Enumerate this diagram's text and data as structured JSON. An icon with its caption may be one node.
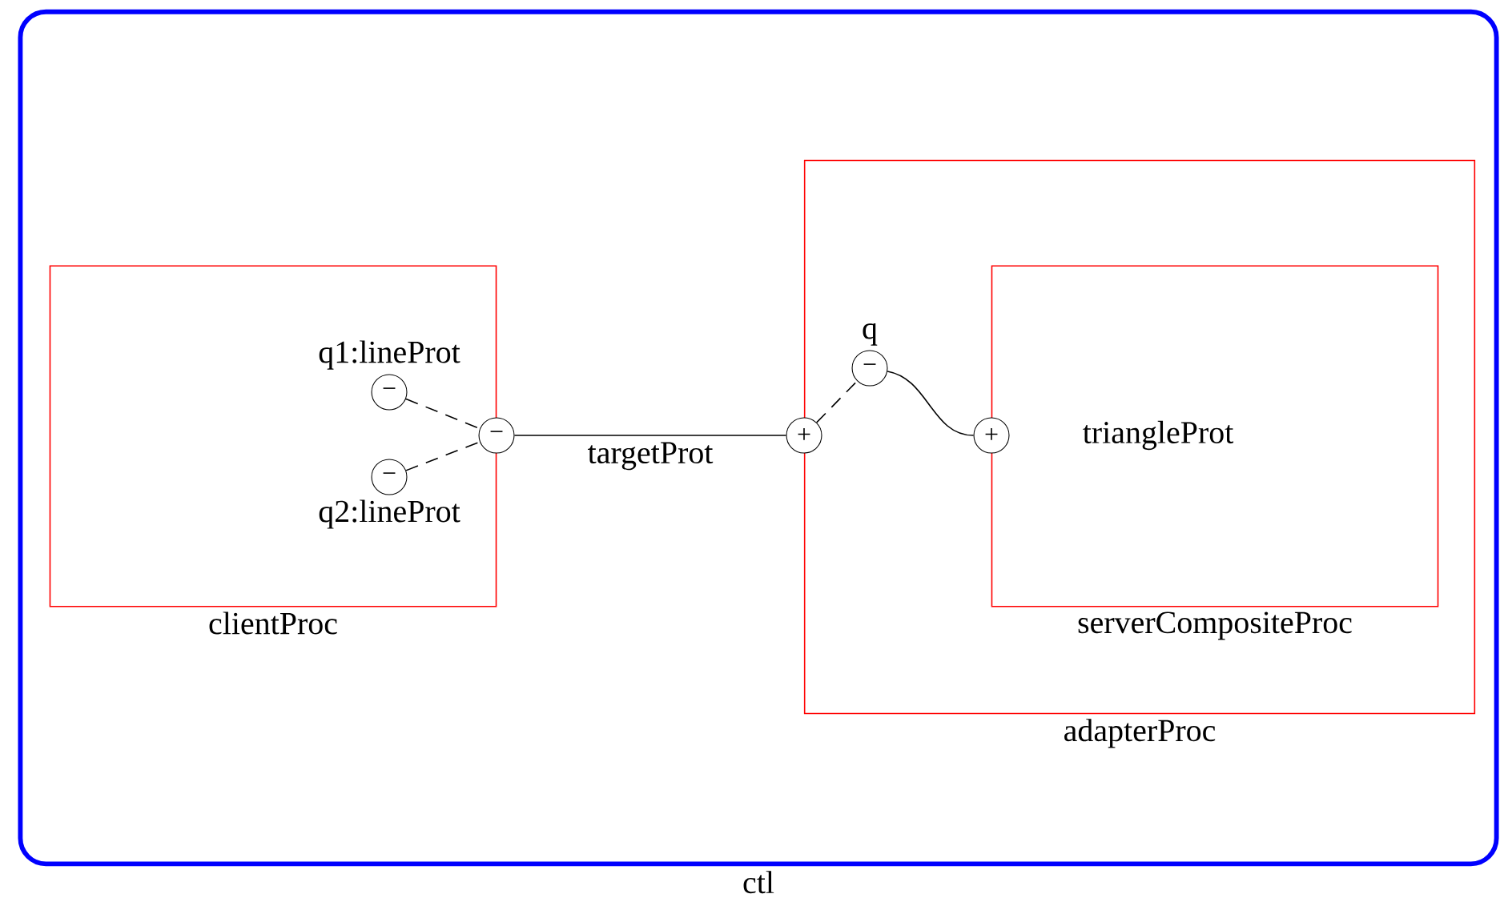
{
  "diagram": {
    "nodes": [
      {
        "text": [
          "ctl"
        ]
      },
      {
        "text": [
          "clientProc"
        ],
        "in": 0
      },
      {
        "text": [
          "−"
        ],
        "beside": [
          "q1:lineProt"
        ],
        "in": 1
      },
      {
        "text": [
          "−"
        ],
        "beside": [
          "q2:lineProt"
        ],
        "in": 1
      },
      {
        "text": [
          "−"
        ],
        "in": 0
      },
      {
        "text": [
          "adapterProc"
        ],
        "in": 0
      },
      {
        "text": [
          "+"
        ],
        "in": 0
      },
      {
        "text": [
          "−"
        ],
        "beside": [
          "q"
        ],
        "in": 5
      },
      {
        "text": [
          "serverCompositeProc"
        ],
        "in": 5
      },
      {
        "text": [
          "+"
        ],
        "in": 5
      }
    ],
    "edges": [
      {
        "from": 2,
        "to": 4,
        "arrow": "none",
        "style": "dashed"
      },
      {
        "from": 3,
        "to": 4,
        "arrow": "none",
        "style": "dashed"
      },
      {
        "from": 4,
        "to": 6,
        "arrow": "none",
        "label": "targetProt"
      },
      {
        "from": 6,
        "to": 7,
        "arrow": "none",
        "style": "dashed"
      },
      {
        "from": 7,
        "to": 9,
        "arrow": "none"
      }
    ],
    "labels": [
      "triangleProt"
    ]
  }
}
